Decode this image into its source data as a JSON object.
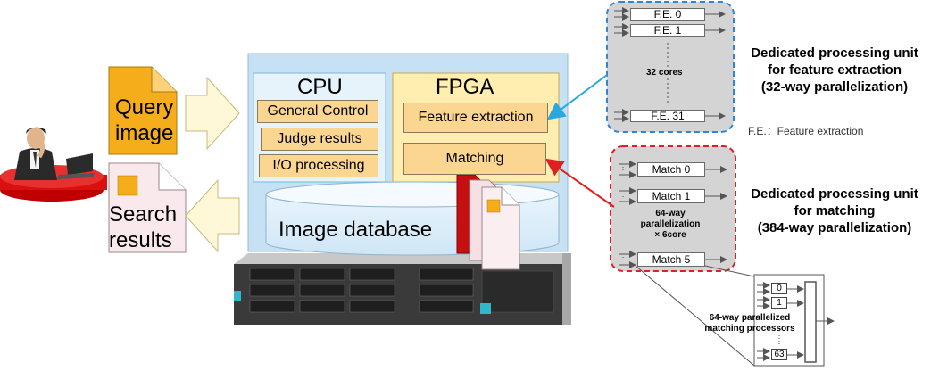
{
  "inputs": {
    "query_line1": "Query",
    "query_line2": "image",
    "search_line1": "Search",
    "search_line2": "results"
  },
  "server": {
    "cpu_title": "CPU",
    "cpu_items": [
      "General Control",
      "Judge results",
      "I/O processing"
    ],
    "fpga_title": "FPGA",
    "fpga_items": [
      "Feature extraction",
      "Matching"
    ],
    "database_label": "Image database"
  },
  "fe_unit": {
    "units": [
      "F.E. 0",
      "F.E. 1",
      "F.E. 31"
    ],
    "cores_label": "32 cores",
    "title_lines": [
      "Dedicated processing unit",
      "for feature extraction",
      "(32-way parallelization)"
    ],
    "abbrev_note": "F.E.：Feature extraction"
  },
  "match_unit": {
    "units": [
      "Match 0",
      "Match 1",
      "Match 5"
    ],
    "parallel_lines": [
      "64-way",
      "parallelization",
      "× 6core"
    ],
    "title_lines": [
      "Dedicated processing unit",
      "for matching",
      "(384-way parallelization)"
    ]
  },
  "processors": {
    "items": [
      "0",
      "1",
      "63"
    ],
    "label_lines": [
      "64-way parallelized",
      "matching processors"
    ]
  },
  "colors": {
    "fe_border": "#2e86d4",
    "match_border": "#e02020",
    "server_bg": "#c6e0f4",
    "fpga_bg": "#ffeeb0",
    "box_fill": "#fbd690"
  }
}
